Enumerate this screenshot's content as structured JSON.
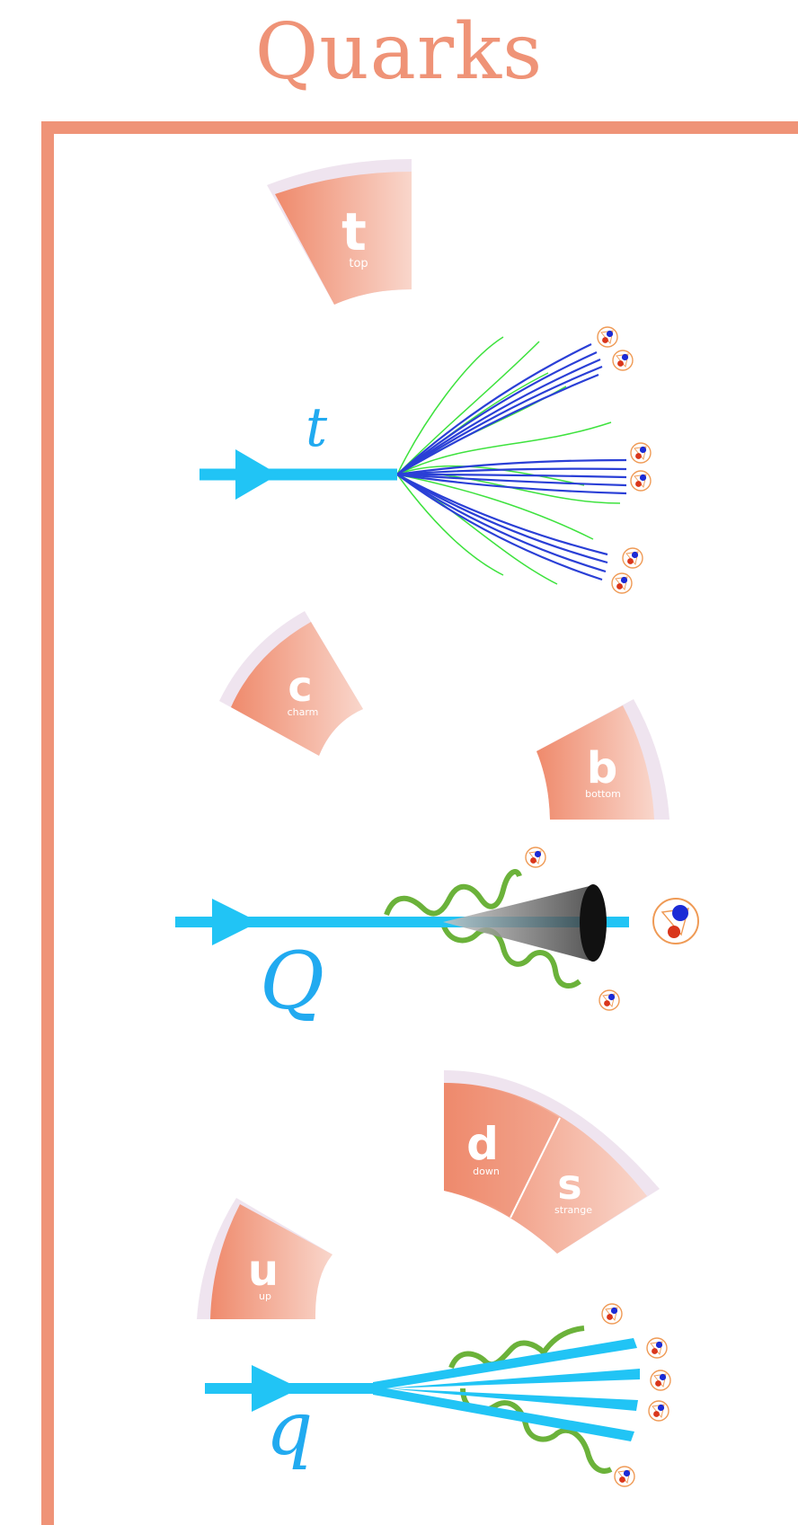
{
  "title": "Quarks",
  "colors": {
    "frame": "#ef9377",
    "wedge_dark": "#ef8a6c",
    "wedge_light": "#f9d6cb",
    "rim": "#efe4ef",
    "quark_line": "#21c4f5",
    "jet_blue": "#2a3fd6",
    "gluon_green": "#3ee23e",
    "gluon_wavy": "#6bb23a",
    "cone_dark": "#111111"
  },
  "quarks": {
    "top": {
      "symbol": "t",
      "name": "top"
    },
    "charm": {
      "symbol": "c",
      "name": "charm"
    },
    "bottom": {
      "symbol": "b",
      "name": "bottom"
    },
    "down": {
      "symbol": "d",
      "name": "down"
    },
    "strange": {
      "symbol": "s",
      "name": "strange"
    },
    "up": {
      "symbol": "u",
      "name": "up"
    }
  },
  "diagrams": {
    "top_decay": {
      "label": "t"
    },
    "heavy_quark_jet": {
      "label": "Q"
    },
    "light_quark_jet": {
      "label": "q"
    }
  }
}
